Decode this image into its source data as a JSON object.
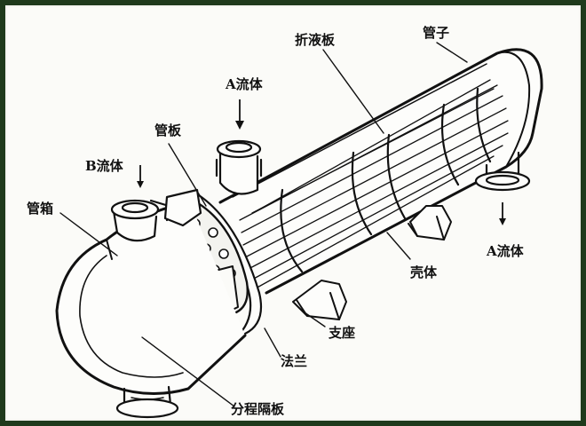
{
  "labels": {
    "tube_bundle": "管子",
    "baffle": "折液板",
    "fluid_a_in": "A流体",
    "tube_sheet": "管板",
    "fluid_b": "B流体",
    "channel": "管箱",
    "fluid_a_out": "A流体",
    "shell": "壳体",
    "support": "支座",
    "flange": "法兰",
    "pass_partition": "分程隔板"
  },
  "colors": {
    "frame_bg": "#1f3a1c",
    "paper": "#fbfbf8",
    "ink": "#111111"
  }
}
